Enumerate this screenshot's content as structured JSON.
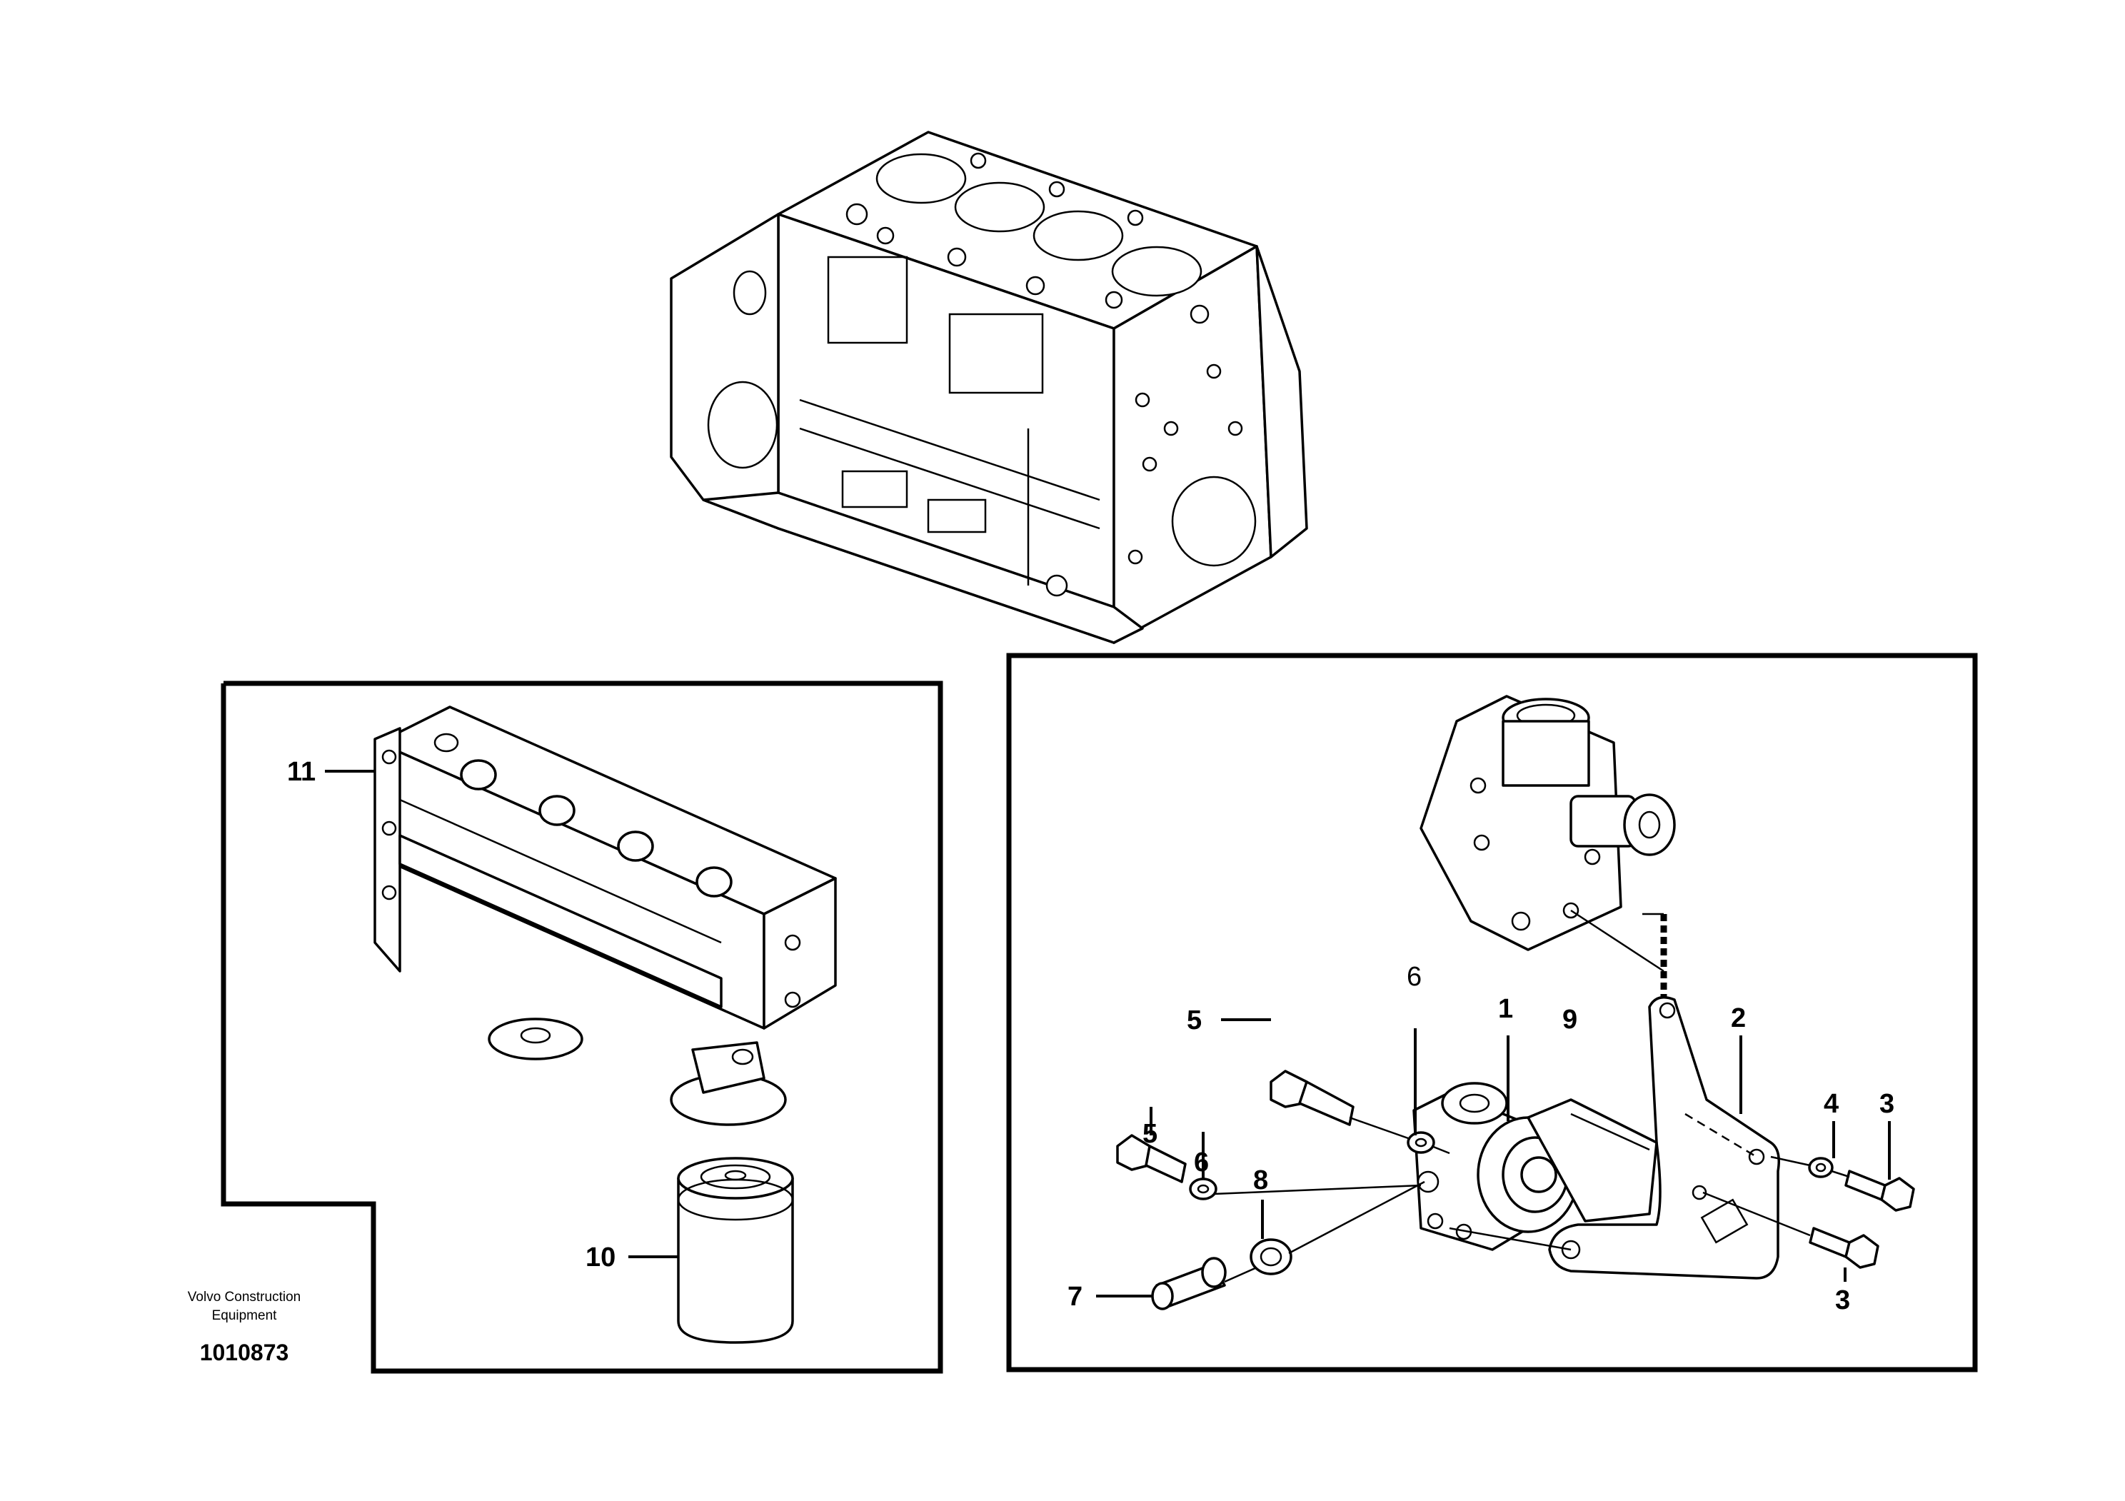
{
  "callouts": {
    "c1": "1",
    "c2": "2",
    "c3a": "3",
    "c3b": "3",
    "c4": "4",
    "c5a": "5",
    "c5b": "5",
    "c6a": "6",
    "c6b": "6",
    "c7": "7",
    "c8": "8",
    "c9": "9",
    "c10": "10",
    "c11": "11"
  },
  "footer": {
    "company_line1": "Volvo Construction",
    "company_line2": "Equipment",
    "document_number": "1010873"
  }
}
